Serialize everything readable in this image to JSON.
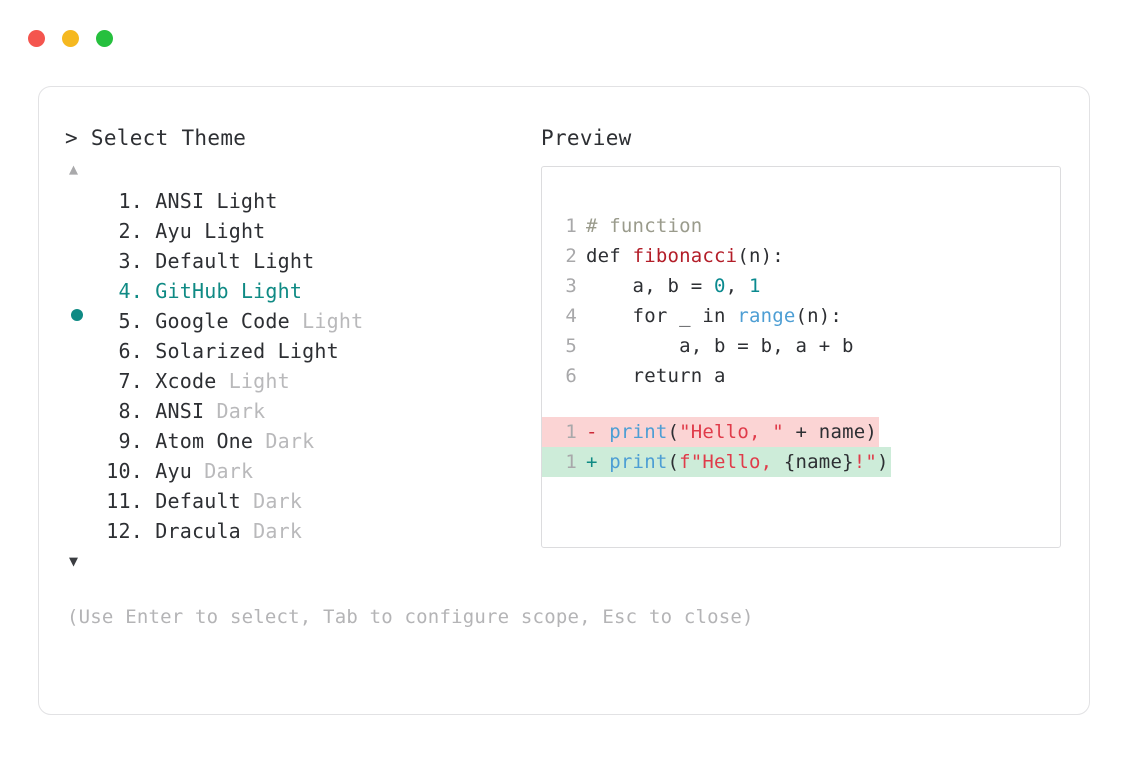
{
  "window": {
    "dots": [
      {
        "name": "close",
        "color": "#f4554e"
      },
      {
        "name": "minimize",
        "color": "#f5b820"
      },
      {
        "name": "maximize",
        "color": "#26c03e"
      }
    ]
  },
  "selector": {
    "prompt": "> Select Theme",
    "scroll_up": "▲",
    "scroll_down": "▼",
    "selected_index": 4,
    "bullet_color": "#0f8a84",
    "items": [
      {
        "number": "1.",
        "name": "ANSI",
        "suffix": "Light",
        "suffix_dim": false,
        "selected": false
      },
      {
        "number": "2.",
        "name": "Ayu",
        "suffix": "Light",
        "suffix_dim": false,
        "selected": false
      },
      {
        "number": "3.",
        "name": "Default",
        "suffix": "Light",
        "suffix_dim": false,
        "selected": false
      },
      {
        "number": "4.",
        "name": "GitHub",
        "suffix": "Light",
        "suffix_dim": false,
        "selected": true
      },
      {
        "number": "5.",
        "name": "Google Code",
        "suffix": "Light",
        "suffix_dim": true,
        "selected": false
      },
      {
        "number": "6.",
        "name": "Solarized",
        "suffix": "Light",
        "suffix_dim": false,
        "selected": false
      },
      {
        "number": "7.",
        "name": "Xcode",
        "suffix": "Light",
        "suffix_dim": true,
        "selected": false
      },
      {
        "number": "8.",
        "name": "ANSI",
        "suffix": "Dark",
        "suffix_dim": true,
        "selected": false
      },
      {
        "number": "9.",
        "name": "Atom One",
        "suffix": "Dark",
        "suffix_dim": true,
        "selected": false
      },
      {
        "number": "10.",
        "name": "Ayu",
        "suffix": "Dark",
        "suffix_dim": true,
        "selected": false
      },
      {
        "number": "11.",
        "name": "Default",
        "suffix": "Dark",
        "suffix_dim": true,
        "selected": false
      },
      {
        "number": "12.",
        "name": "Dracula",
        "suffix": "Dark",
        "suffix_dim": true,
        "selected": false
      }
    ],
    "hint": "(Use Enter to select, Tab to configure scope, Esc to close)"
  },
  "preview": {
    "title": "Preview",
    "code_lines": [
      {
        "gutter": "1",
        "tokens": [
          {
            "text": "# function",
            "type": "comment"
          }
        ]
      },
      {
        "gutter": "2",
        "tokens": [
          {
            "text": "def ",
            "type": "keyword"
          },
          {
            "text": "fibonacci",
            "type": "func"
          },
          {
            "text": "(n):",
            "type": "plain"
          }
        ]
      },
      {
        "gutter": "3",
        "tokens": [
          {
            "text": "    a, b = ",
            "type": "plain"
          },
          {
            "text": "0",
            "type": "number"
          },
          {
            "text": ", ",
            "type": "plain"
          },
          {
            "text": "1",
            "type": "number"
          }
        ]
      },
      {
        "gutter": "4",
        "tokens": [
          {
            "text": "    for _ in ",
            "type": "plain"
          },
          {
            "text": "range",
            "type": "builtin"
          },
          {
            "text": "(n):",
            "type": "plain"
          }
        ]
      },
      {
        "gutter": "5",
        "tokens": [
          {
            "text": "        a, b = b, a + b",
            "type": "plain"
          }
        ]
      },
      {
        "gutter": "6",
        "tokens": [
          {
            "text": "    return a",
            "type": "plain"
          }
        ]
      }
    ],
    "diff_lines": [
      {
        "kind": "del",
        "gutter": "1",
        "bg": "#fbd4d4",
        "tokens": [
          {
            "text": "- ",
            "type": "marker-del"
          },
          {
            "text": "print",
            "type": "builtin"
          },
          {
            "text": "(",
            "type": "plain"
          },
          {
            "text": "\"Hello, \"",
            "type": "string"
          },
          {
            "text": " + name)",
            "type": "plain"
          }
        ]
      },
      {
        "kind": "add",
        "gutter": "1",
        "bg": "#cdecd9",
        "tokens": [
          {
            "text": "+ ",
            "type": "marker-add"
          },
          {
            "text": "print",
            "type": "builtin"
          },
          {
            "text": "(",
            "type": "plain"
          },
          {
            "text": "f\"Hello, ",
            "type": "string"
          },
          {
            "text": "{name}",
            "type": "plain"
          },
          {
            "text": "!\"",
            "type": "string"
          },
          {
            "text": ")",
            "type": "plain"
          }
        ]
      }
    ]
  }
}
